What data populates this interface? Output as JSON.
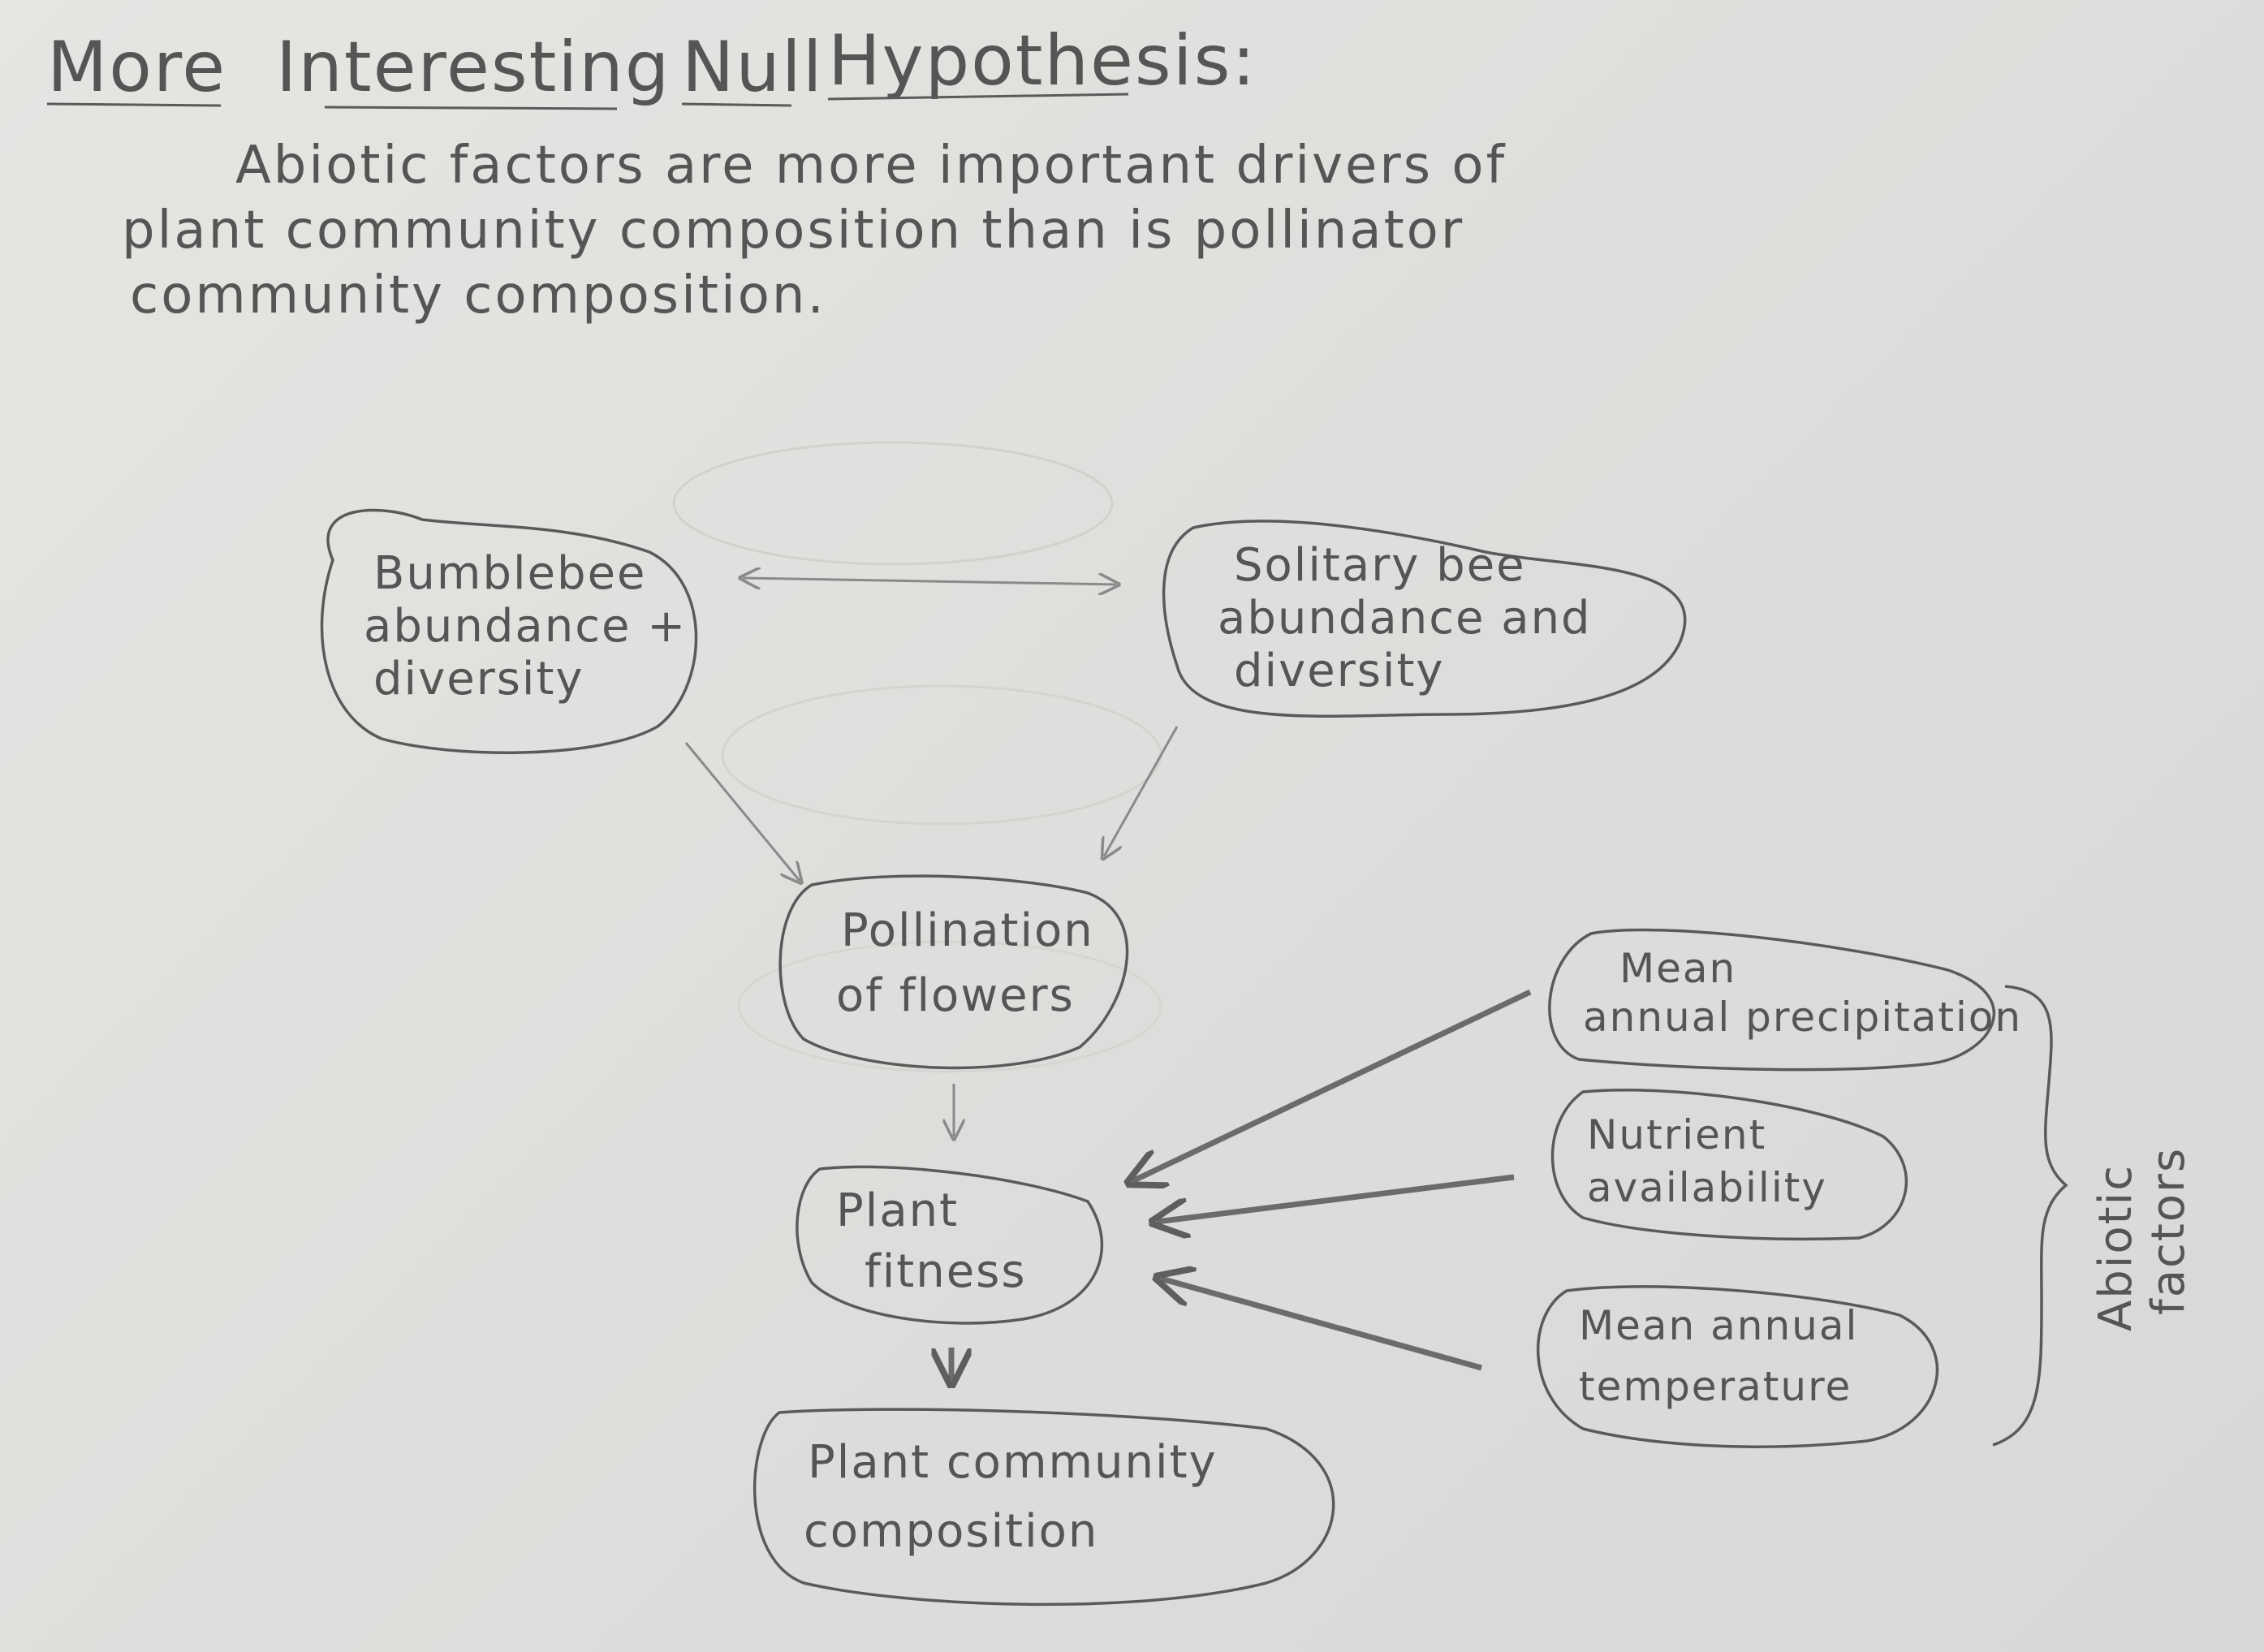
{
  "title": {
    "words": [
      "More",
      "Interesting",
      "Null",
      "Hypothesis:"
    ]
  },
  "hypothesis": {
    "lines": [
      "Abiotic factors are more important drivers of",
      "plant community composition than is pollinator",
      "community composition."
    ]
  },
  "nodes": {
    "bumblebee": [
      "Bumblebee",
      "abundance +",
      "diversity"
    ],
    "solitary": [
      "Solitary bee",
      "abundance and",
      "diversity"
    ],
    "pollination": [
      "Pollination",
      "of flowers"
    ],
    "fitness": [
      "Plant",
      "fitness"
    ],
    "community": [
      "Plant community",
      "composition"
    ],
    "precipitation": [
      "Mean",
      "annual precipitation"
    ],
    "nutrient": [
      "Nutrient",
      "availability"
    ],
    "temperature": [
      "Mean annual",
      "temperature"
    ]
  },
  "brace_label": [
    "Abiotic",
    "factors"
  ]
}
